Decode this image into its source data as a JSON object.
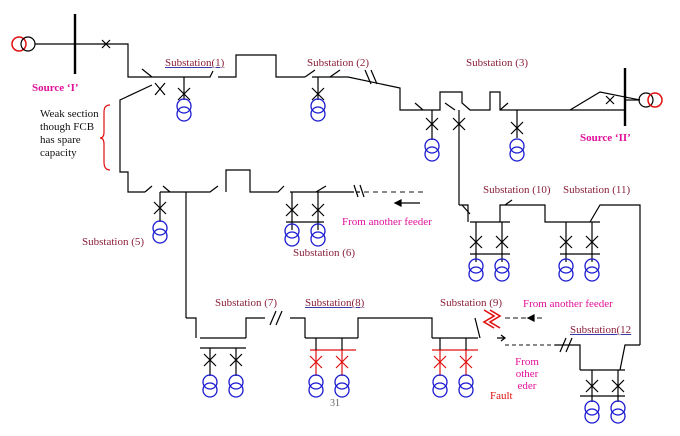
{
  "sources": {
    "source_1": "Source ‘I’",
    "source_2": "Source ‘II’"
  },
  "substations": {
    "s1": "Substation(1)",
    "s2": "Substation (2)",
    "s3": "Substation (3)",
    "s5": "Substation (5)",
    "s6": "Substation (6)",
    "s7": "Substation (7)",
    "s8": "Substation(8)",
    "s9": "Substation (9)",
    "s10": "Substation (10)",
    "s11": "Substation (11)",
    "s12": "Substation(12"
  },
  "annotations": {
    "weak_section": "Weak section though FCB has spare capacity",
    "from_feeder_1": "From another feeder",
    "from_feeder_2": "From another feeder",
    "from_other_feeder": "From other eder",
    "fault": "Fault",
    "page_number": "31"
  },
  "colors": {
    "line": "#000000",
    "transformer": "#1a1ad0",
    "generator": "#e01010",
    "fault": "#e01010",
    "magenta": "#e0109a",
    "label": "#8a1f3a"
  }
}
